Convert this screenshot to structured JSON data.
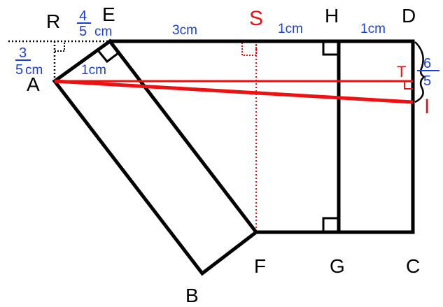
{
  "colors": {
    "ink": "#000000",
    "accent": "#ee1111",
    "measure": "#1a3fd6"
  },
  "points": {
    "R": "R",
    "E": "E",
    "S": "S",
    "H": "H",
    "D": "D",
    "A": "A",
    "I": "I",
    "F": "F",
    "G": "G",
    "C": "C",
    "B": "B",
    "T": "T"
  },
  "measures": {
    "re": {
      "num": "4",
      "den": "5",
      "unit": "cm"
    },
    "ar": {
      "num": "3",
      "den": "5",
      "unit": "cm"
    },
    "di": {
      "num": "6",
      "den": "5"
    },
    "es": "3cm",
    "sh": "1cm",
    "hd": "1cm",
    "ae": "1cm"
  }
}
